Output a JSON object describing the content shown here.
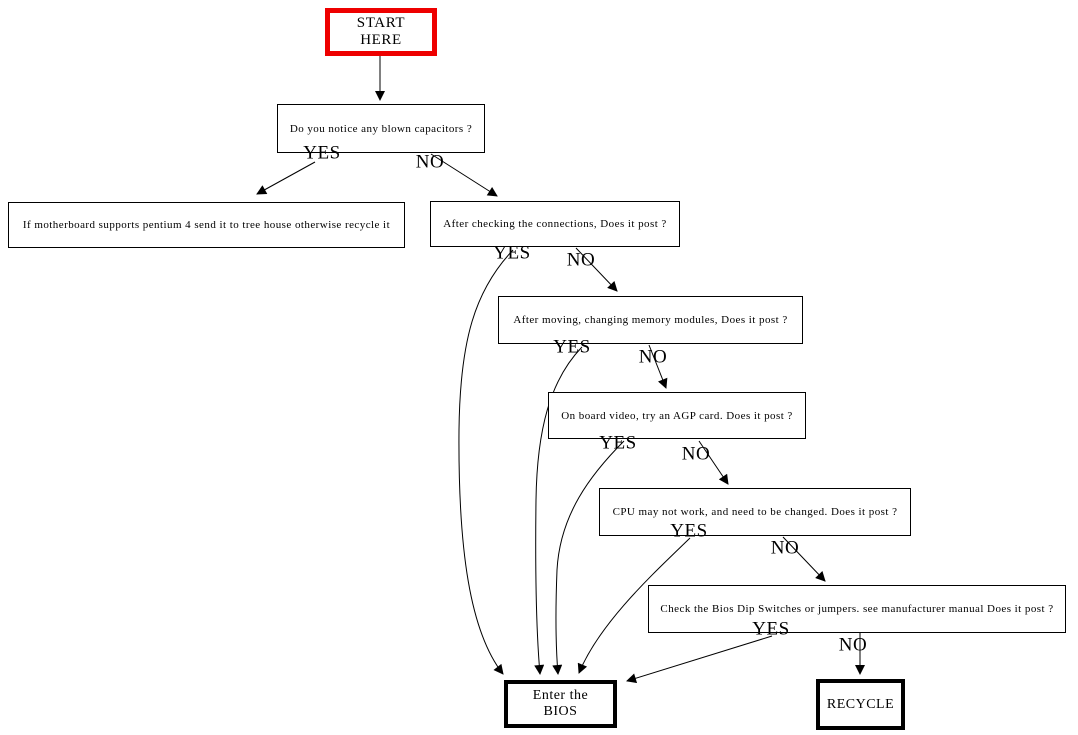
{
  "labels": {
    "yes": "YES",
    "no": "NO"
  },
  "nodes": {
    "start": "START HERE",
    "blown_capacitors": "Do you notice any blown capacitors ?",
    "tree_house": "If motherboard supports pentium 4 send it to tree house otherwise recycle it",
    "connections": "After checking the connections, Does it post ?",
    "memory": "After moving, changing memory modules, Does it post ?",
    "agp": "On board video, try an AGP card. Does it post ?",
    "cpu": "CPU may not work, and need to be changed. Does it post ?",
    "dip_switches": "Check the Bios Dip Switches or jumpers. see manufacturer manual Does it post ?",
    "bios": "Enter the BIOS",
    "recycle": "RECYCLE"
  },
  "colors": {
    "background": "#ffffff",
    "stroke": "#000000",
    "start_border": "#ee0000"
  }
}
